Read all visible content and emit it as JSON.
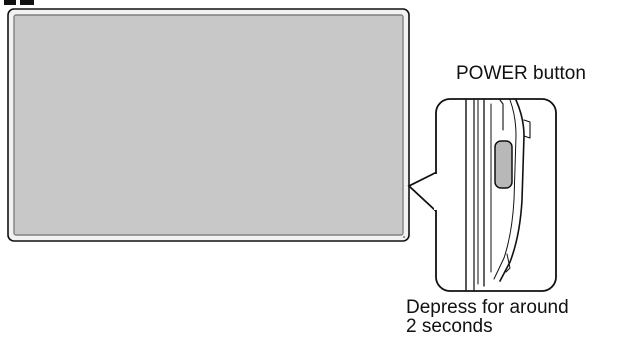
{
  "labels": {
    "power_button": "POWER button",
    "depress_line1": "Depress for around",
    "depress_line2": "2 seconds"
  },
  "colors": {
    "screen_fill": "#c8c8c8",
    "screen_border": "#808080",
    "frame_fill": "#f2f2f2",
    "outline": "#111111",
    "button_fill": "#b8b8b8"
  }
}
